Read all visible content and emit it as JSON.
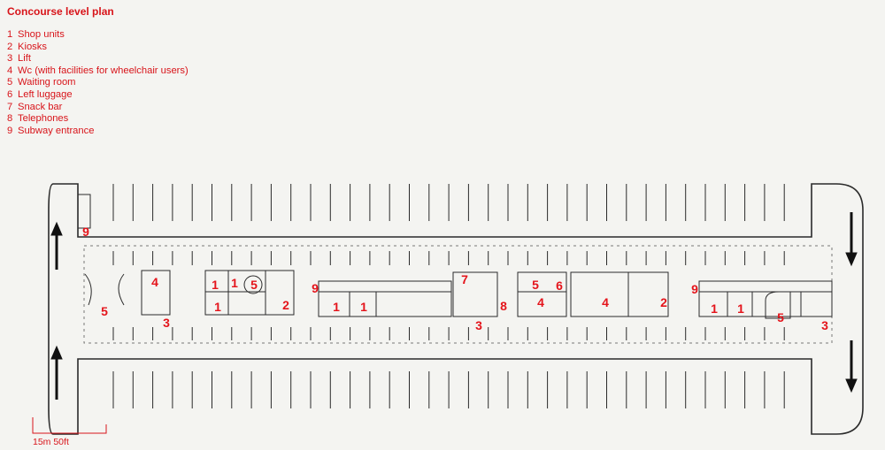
{
  "title": "Concourse level plan",
  "legend": [
    {
      "num": "1",
      "label": "Shop units"
    },
    {
      "num": "2",
      "label": "Kiosks"
    },
    {
      "num": "3",
      "label": "Lift"
    },
    {
      "num": "4",
      "label": "Wc (with facilities for wheelchair users)"
    },
    {
      "num": "5",
      "label": "Waiting room"
    },
    {
      "num": "6",
      "label": "Left luggage"
    },
    {
      "num": "7",
      "label": "Snack bar"
    },
    {
      "num": "8",
      "label": "Telephones"
    },
    {
      "num": "9",
      "label": "Subway entrance"
    }
  ],
  "plan_markers": [
    "9",
    "4",
    "5",
    "3",
    "1",
    "1",
    "5",
    "1",
    "2",
    "9",
    "1",
    "1",
    "7",
    "3",
    "8",
    "5",
    "6",
    "4",
    "4",
    "2",
    "9",
    "1",
    "1",
    "5",
    "3"
  ],
  "scale": "15m 50ft",
  "colors": {
    "accent": "#d8141a",
    "line": "#2a2a2a",
    "background": "#f4f4f1"
  }
}
